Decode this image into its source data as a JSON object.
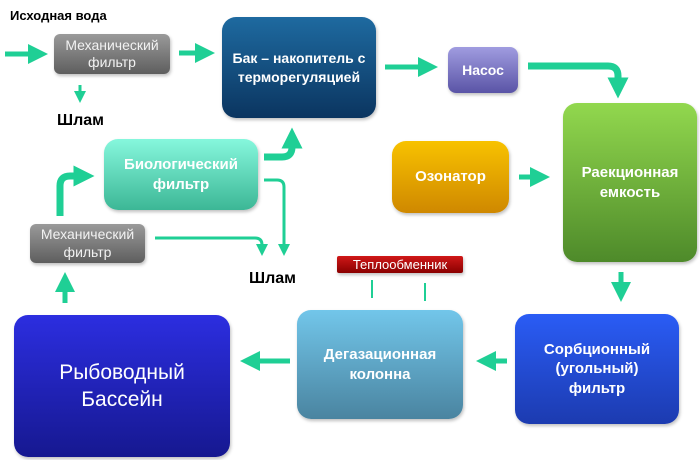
{
  "title": "Исходная вода",
  "nodes": {
    "mech1": "Механический фильтр",
    "tank": "Бак – накопитель с терморегуляцией",
    "pump": "Насос",
    "reactor": "Раекционная емкость",
    "ozonator": "Озонатор",
    "bio": "Биологический фильтр",
    "mech2": "Механический фильтр",
    "heat": "Теплообменник",
    "degas": "Дегазационная колонна",
    "sorb": "Сорбционный (угольный) фильтр",
    "pool": "Рыбоводный Бассейн"
  },
  "sludge1": "Шлам",
  "sludge2": "Шлам",
  "colors": {
    "arrow": "#1fcf95"
  }
}
